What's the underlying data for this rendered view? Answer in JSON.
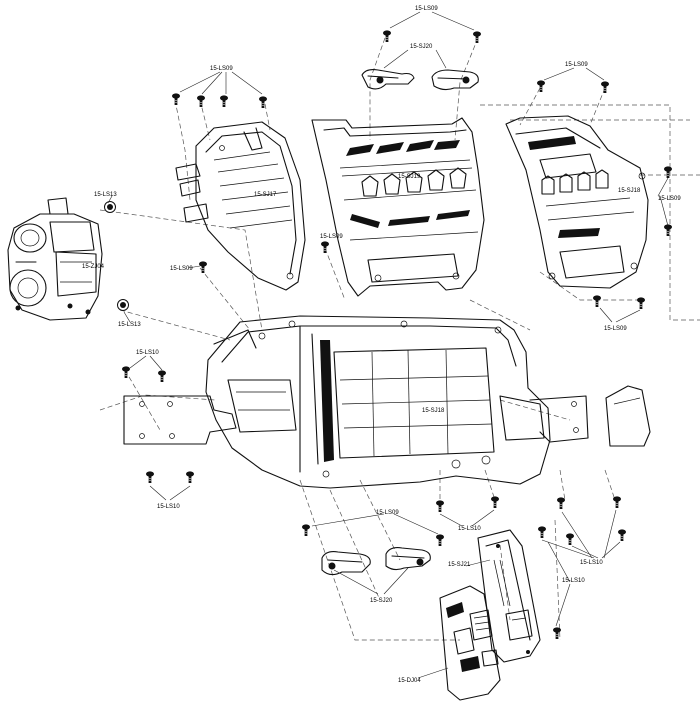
{
  "labels": {
    "ls09_top": "15-LS09",
    "sj20_top": "15-SJ20",
    "ls09_left": "15-LS09",
    "ls09_right_top": "15-LS09",
    "ls13_top": "15-LS13",
    "sj17": "15-SJ17",
    "sj19": "15-SJ19",
    "sj18_cover": "15-SJ18",
    "ls09_right_side": "15-LS09",
    "zj04": "15-ZJ04",
    "ls09_mid": "15-LS09",
    "ls09_left_low": "15-LS09",
    "ls13_bottom": "15-LS13",
    "ls09_right_low": "15-LS09",
    "ls10_left_top": "15-LS10",
    "sj18_chassis": "15-SJ18",
    "ls10_left_bottom": "15-LS10",
    "ls09_bottom": "15-LS09",
    "ls10_mid": "15-LS10",
    "sj21": "15-SJ21",
    "ls10_right": "15-LS10",
    "ls10_right_low": "15-LS10",
    "sj20_bottom": "15-SJ20",
    "dj04": "15-DJ04"
  },
  "icons": {
    "screw": "screw-icon"
  }
}
